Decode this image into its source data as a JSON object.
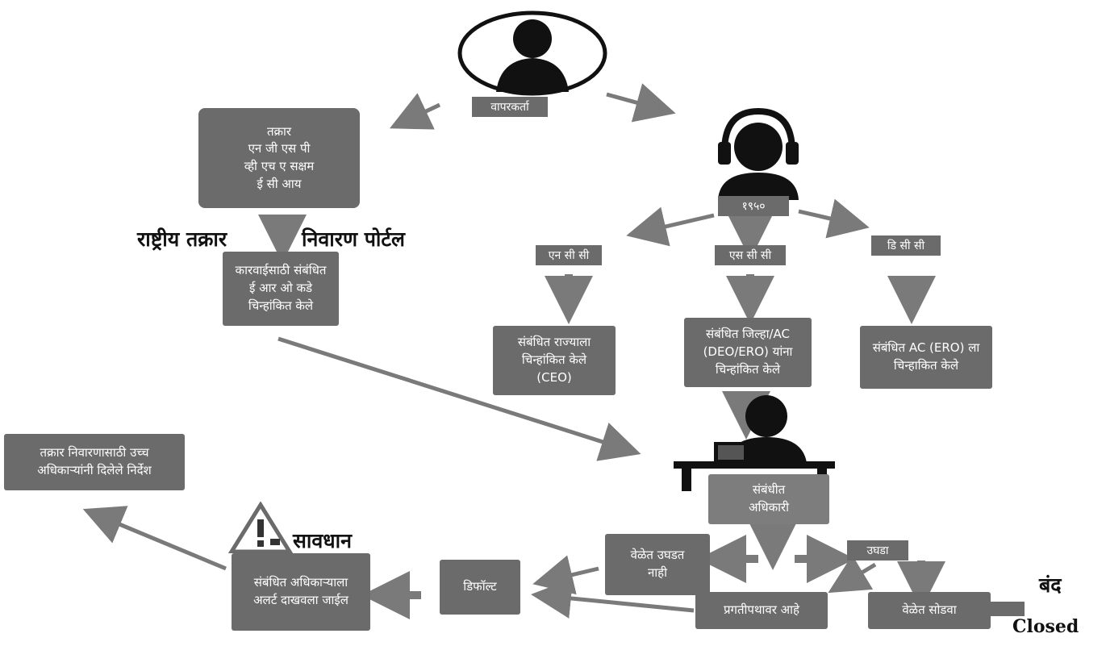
{
  "user": {
    "label": "वापरकर्ता"
  },
  "complaint_box": {
    "text": "तक्रार\nएन जी एस पी\nव्ही एच ए सक्षम\nई सी आय"
  },
  "helpline": {
    "label": "१९५०"
  },
  "portal_label": {
    "left": "राष्ट्रीय तक्रार",
    "right": "निवारण पोर्टल"
  },
  "ero_box": {
    "text": "कारवाईसाठी संबंधित\nई आर ओ कडे\nचिन्हांकित केले"
  },
  "centers": {
    "ncc": "एन सी सी",
    "scc": "एस सी सी",
    "dcc": "डि सी सी"
  },
  "flag_boxes": {
    "state": "संबंधित राज्याला\nचिन्हांकित केले\n(CEO)",
    "district": "संबंधित जिल्हा/AC\n(DEO/ERO) यांना\nचिन्हांकित केले",
    "ac": "संबंधित AC (ERO) ला\nचिन्हाकित केले"
  },
  "officer": {
    "text": "संबंधीत\nअधिकारी"
  },
  "directions": {
    "text": "तक्रार निवारणासाठी उच्च\nअधिकाऱ्यांनी दिलेले निर्देश"
  },
  "caution": {
    "label": "सावधान"
  },
  "alert_box": {
    "text": "संबंधित अधिकाऱ्याला\nअलर्ट दाखवला जाईल"
  },
  "default_box": {
    "text": "डिफॉल्ट"
  },
  "not_opened": {
    "text": "वेळेत उघडत\nनाही"
  },
  "open_box": {
    "text": "उघडा"
  },
  "in_progress": {
    "text": "प्रगतीपथावर आहे"
  },
  "resolve_box": {
    "text": "वेळेत सोडवा"
  },
  "closed": {
    "marathi": "बंद",
    "english": "Closed"
  }
}
